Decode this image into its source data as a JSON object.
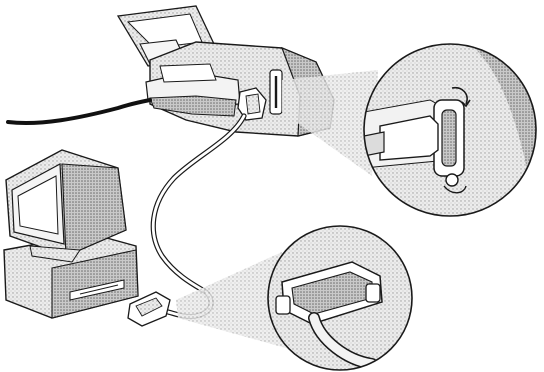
{
  "figure": {
    "colors": {
      "background": "#ffffff",
      "line": "#1a1a1a",
      "device_fill": "#f1f1f1",
      "shade_light": "#dcdcdc",
      "shade_mid": "#b9b9b9",
      "shade_dark": "#8a8a8a",
      "power_cord": "#111111"
    },
    "parts": [
      {
        "name": "printer"
      },
      {
        "name": "paper-support"
      },
      {
        "name": "printer-parallel-port"
      },
      {
        "name": "power-cord"
      },
      {
        "name": "parallel-cable"
      },
      {
        "name": "computer-monitor"
      },
      {
        "name": "computer-base"
      },
      {
        "name": "computer-cable-plug"
      },
      {
        "name": "detail-callout-printer-port"
      },
      {
        "name": "detail-callout-computer-plug"
      }
    ]
  }
}
